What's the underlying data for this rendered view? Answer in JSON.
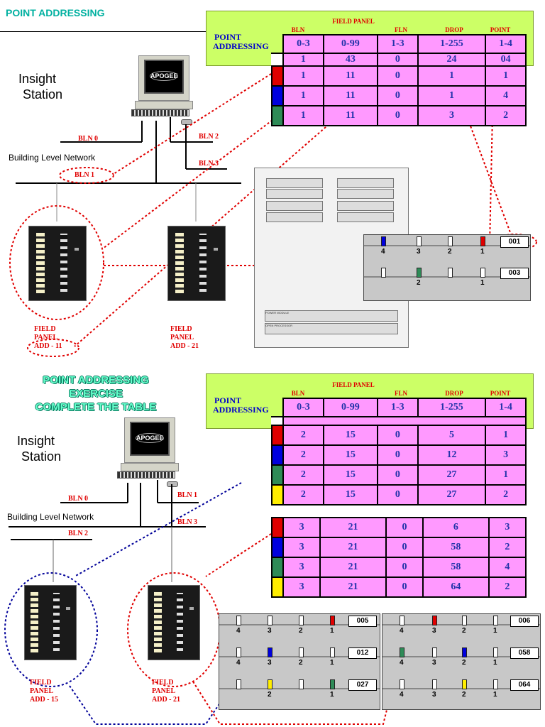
{
  "section_title": "POINT ADDRESSING",
  "insight_station": [
    "Insight",
    "Station"
  ],
  "building_level_network": "Building Level Network",
  "logo": "APOGEE",
  "table_label": [
    "POINT",
    "ADDRESSING"
  ],
  "columns": [
    {
      "name": "BLN",
      "range": "0-3"
    },
    {
      "name": "FIELD PANEL",
      "range": "0-99"
    },
    {
      "name": "FLN",
      "range": "1-3"
    },
    {
      "name": "DROP",
      "range": "1-255"
    },
    {
      "name": "POINT",
      "range": "1-4"
    }
  ],
  "top": {
    "bln_labels": {
      "bln0": "BLN  0",
      "bln1": "BLN 1",
      "bln2": "BLN  2",
      "bln3": "BLN  3"
    },
    "example_row": [
      "1",
      "43",
      "0",
      "24",
      "04"
    ],
    "rows": [
      {
        "color": "#e00000",
        "values": [
          "1",
          "11",
          "0",
          "1",
          "1"
        ]
      },
      {
        "color": "#0000dd",
        "values": [
          "1",
          "11",
          "0",
          "1",
          "4"
        ]
      },
      {
        "color": "#2e8b57",
        "values": [
          "1",
          "11",
          "0",
          "3",
          "2"
        ]
      }
    ],
    "panel1": [
      "FIELD",
      "PANEL",
      "ADD - 11"
    ],
    "panel2": [
      "FIELD",
      "PANEL",
      "ADD - 21"
    ],
    "module_numbers": [
      "4",
      "3",
      "2",
      "1"
    ],
    "module_addr1": "001",
    "module_addr2": "003",
    "module2_numbers": [
      "2",
      "1"
    ],
    "doc_labels": [
      "POWER MODULE",
      "OPEN PROCESSOR"
    ]
  },
  "bottom": {
    "exercise_title": [
      "POINT ADDRESSING",
      "EXERCISE",
      "COMPLETE THE TABLE"
    ],
    "bln_labels": {
      "bln0": "BLN  0",
      "bln1": "BLN  1",
      "bln2": "BLN 2",
      "bln3": "BLN  3"
    },
    "table1": [
      {
        "color": "#e00000",
        "values": [
          "2",
          "15",
          "0",
          "5",
          "1"
        ]
      },
      {
        "color": "#0000dd",
        "values": [
          "2",
          "15",
          "0",
          "12",
          "3"
        ]
      },
      {
        "color": "#2e8b57",
        "values": [
          "2",
          "15",
          "0",
          "27",
          "1"
        ]
      },
      {
        "color": "#ffee00",
        "values": [
          "2",
          "15",
          "0",
          "27",
          "2"
        ]
      }
    ],
    "table2": [
      {
        "color": "#e00000",
        "values": [
          "3",
          "21",
          "0",
          "6",
          "3"
        ]
      },
      {
        "color": "#0000dd",
        "values": [
          "3",
          "21",
          "0",
          "58",
          "2"
        ]
      },
      {
        "color": "#2e8b57",
        "values": [
          "3",
          "21",
          "0",
          "58",
          "4"
        ]
      },
      {
        "color": "#ffee00",
        "values": [
          "3",
          "21",
          "0",
          "64",
          "2"
        ]
      }
    ],
    "panel1": [
      "FIELD",
      "PANEL",
      "ADD - 15"
    ],
    "panel2": [
      "FIELD",
      "PANEL",
      "ADD - 21"
    ],
    "left_modules": [
      {
        "addr": "005",
        "numbers": [
          "4",
          "3",
          "2",
          "1"
        ]
      },
      {
        "addr": "012",
        "numbers": [
          "4",
          "3",
          "2",
          "1"
        ]
      },
      {
        "addr": "027",
        "numbers": [
          "2",
          "1"
        ]
      }
    ],
    "right_modules": [
      {
        "addr": "006",
        "numbers": [
          "4",
          "3",
          "2",
          "1"
        ]
      },
      {
        "addr": "058",
        "numbers": [
          "4",
          "3",
          "2",
          "1"
        ]
      },
      {
        "addr": "064",
        "numbers": [
          "4",
          "3",
          "2",
          "1"
        ]
      }
    ]
  }
}
